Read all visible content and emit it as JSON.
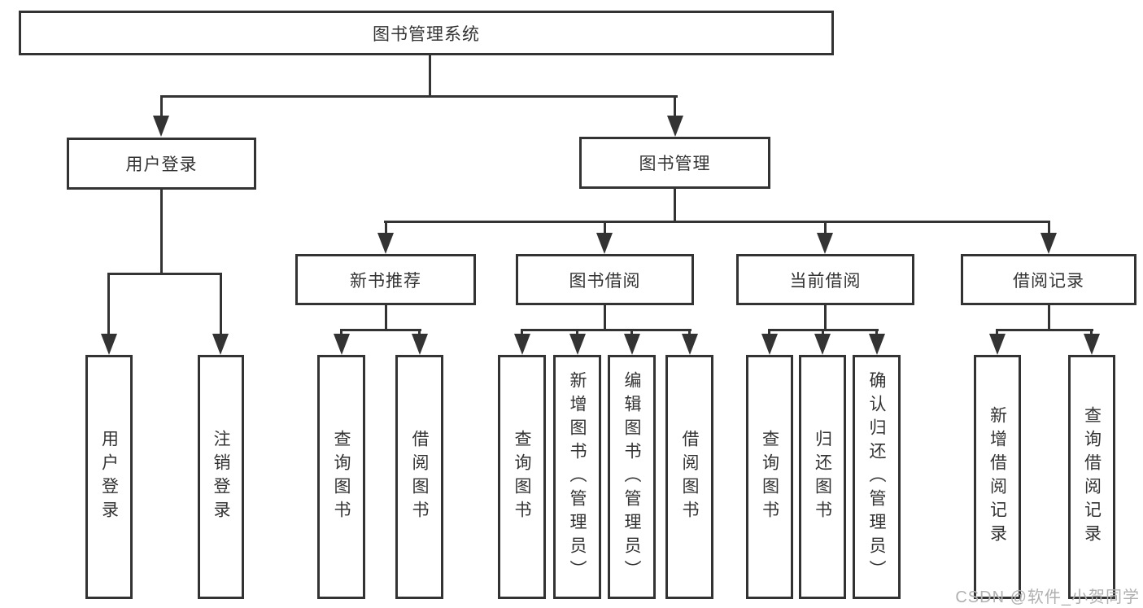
{
  "diagram": {
    "root": "图书管理系统",
    "level2": {
      "user_login": "用户登录",
      "book_management": "图书管理"
    },
    "level3": {
      "new_book_recommend": "新书推荐",
      "book_borrow": "图书借阅",
      "current_borrow": "当前借阅",
      "borrow_record": "借阅记录"
    },
    "leaves_user_login": [
      "用户登录",
      "注销登录"
    ],
    "leaves_new_book_recommend": [
      "查询图书",
      "借阅图书"
    ],
    "leaves_book_borrow": [
      "查询图书",
      "新增图书（管理员）",
      "编辑图书（管理员）",
      "借阅图书"
    ],
    "leaves_current_borrow": [
      "查询图书",
      "归还图书",
      "确认归还（管理员）"
    ],
    "leaves_borrow_record": [
      "新增借阅记录",
      "查询借阅记录"
    ]
  },
  "watermark": "CSDN @软件_小贺同学",
  "colors": {
    "line": "#333333",
    "box_background": "#ffffff",
    "watermark": "#b0b0b0"
  }
}
